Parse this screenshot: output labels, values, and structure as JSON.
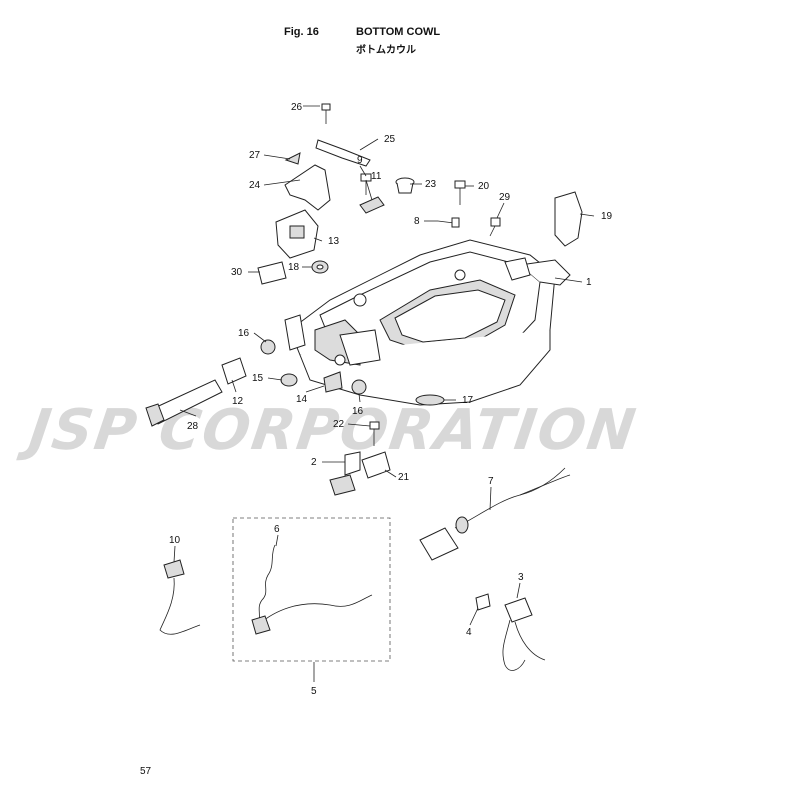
{
  "header": {
    "fig_label": "Fig. 16",
    "title_en": "BOTTOM COWL",
    "title_jp": "ボトムカウル"
  },
  "watermark": "JSP CORPORATION",
  "page_number": "57",
  "callouts": {
    "c1": "1",
    "c2": "2",
    "c3": "3",
    "c4": "4",
    "c5": "5",
    "c6": "6",
    "c7": "7",
    "c8": "8",
    "c9": "9",
    "c10": "10",
    "c11": "11",
    "c12": "12",
    "c13": "13",
    "c14": "14",
    "c15": "15",
    "c16a": "16",
    "c16b": "16",
    "c17": "17",
    "c18": "18",
    "c19": "19",
    "c20": "20",
    "c21": "21",
    "c22": "22",
    "c23": "23",
    "c24": "24",
    "c25": "25",
    "c26": "26",
    "c27": "27",
    "c28": "28",
    "c29": "29",
    "c30": "30"
  }
}
